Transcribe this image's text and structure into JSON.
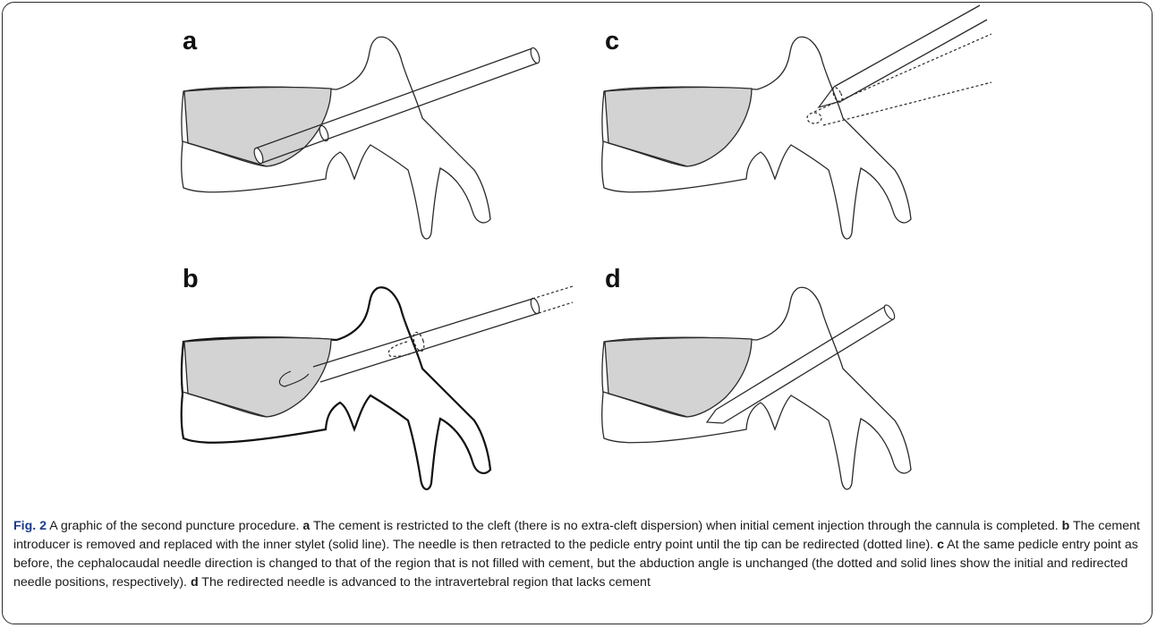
{
  "panels": [
    {
      "letter": "a"
    },
    {
      "letter": "c"
    },
    {
      "letter": "b"
    },
    {
      "letter": "d"
    }
  ],
  "colors": {
    "outline": "#2a2a2a",
    "cement_fill": "#d3d3d3",
    "caption_fig": "#1b3a8a",
    "border": "#2b2b2b"
  },
  "caption": {
    "fig_label": "Fig. 2",
    "intro": " A graphic of the second puncture procedure. ",
    "a_label": "a",
    "a_text": " The cement is restricted to the cleft (there is no extra-cleft dispersion) when initial cement injection through the cannula is completed. ",
    "b_label": "b",
    "b_text": " The cement introducer is removed and replaced with the inner stylet (solid line). The needle is then retracted to the pedicle entry point until the tip can be redirected (dotted line). ",
    "c_label": "c",
    "c_text": " At the same pedicle entry point as before, the cephalocaudal needle direction is changed to that of the region that is not filled with cement, but the abduction angle is unchanged (the dotted and solid lines show the initial and redirected needle positions, respectively). ",
    "d_label": "d",
    "d_text": " The redirected needle is advanced to the intravertebral region that lacks cement"
  }
}
